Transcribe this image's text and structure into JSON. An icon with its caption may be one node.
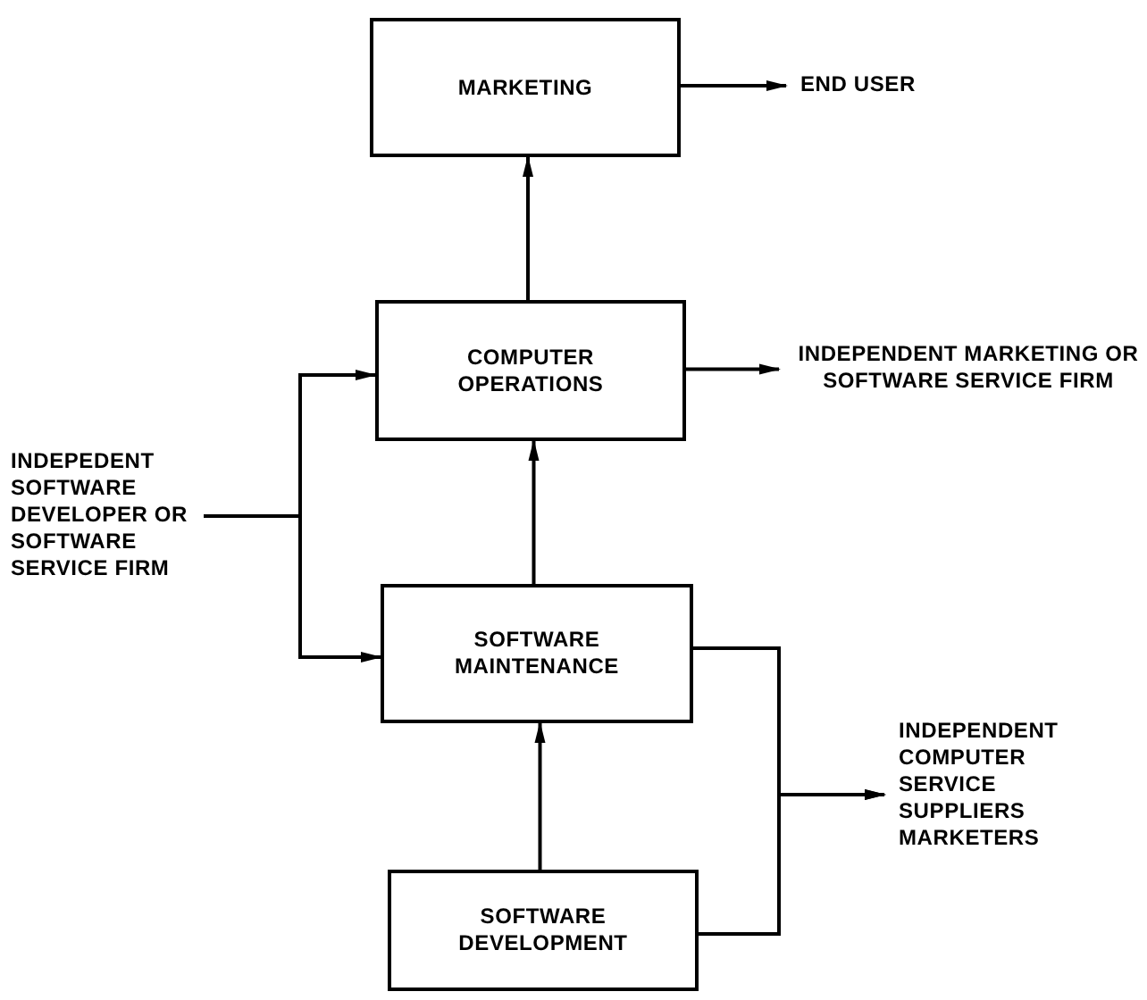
{
  "diagram": {
    "nodes": [
      {
        "text": [
          "MARKETING"
        ]
      },
      {
        "text": [
          "END USER"
        ]
      },
      {
        "text": [
          "COMPUTER OPERATIONS"
        ]
      },
      {
        "text": [
          "INDEPENDENT MARKETING OR SOFTWARE SERVICE FIRM"
        ]
      },
      {
        "text": [
          "INDEPEDENT SOFTWARE DEVELOPER OR SOFTWARE SERVICE FIRM"
        ]
      },
      {
        "text": [
          "SOFTWARE MAINTENANCE"
        ]
      },
      {
        "text": [
          "INDEPENDENT COMPUTER SERVICE SUPPLIERS MARKETERS"
        ]
      },
      {
        "text": [
          "SOFTWARE DEVELOPMENT"
        ]
      }
    ],
    "edges": [
      {
        "from": 0,
        "to": 1,
        "arrow": "to"
      },
      {
        "from": 2,
        "to": 0,
        "arrow": "to"
      },
      {
        "from": 2,
        "to": 3,
        "arrow": "to"
      },
      {
        "from": 4,
        "to": 2,
        "arrow": "to"
      },
      {
        "from": 4,
        "to": 5,
        "arrow": "to"
      },
      {
        "from": 5,
        "to": 2,
        "arrow": "to"
      },
      {
        "from": 7,
        "to": 5,
        "arrow": "to"
      },
      {
        "from": 5,
        "to": 6,
        "arrow": "to"
      },
      {
        "from": 7,
        "to": 6,
        "arrow": "to"
      }
    ]
  }
}
